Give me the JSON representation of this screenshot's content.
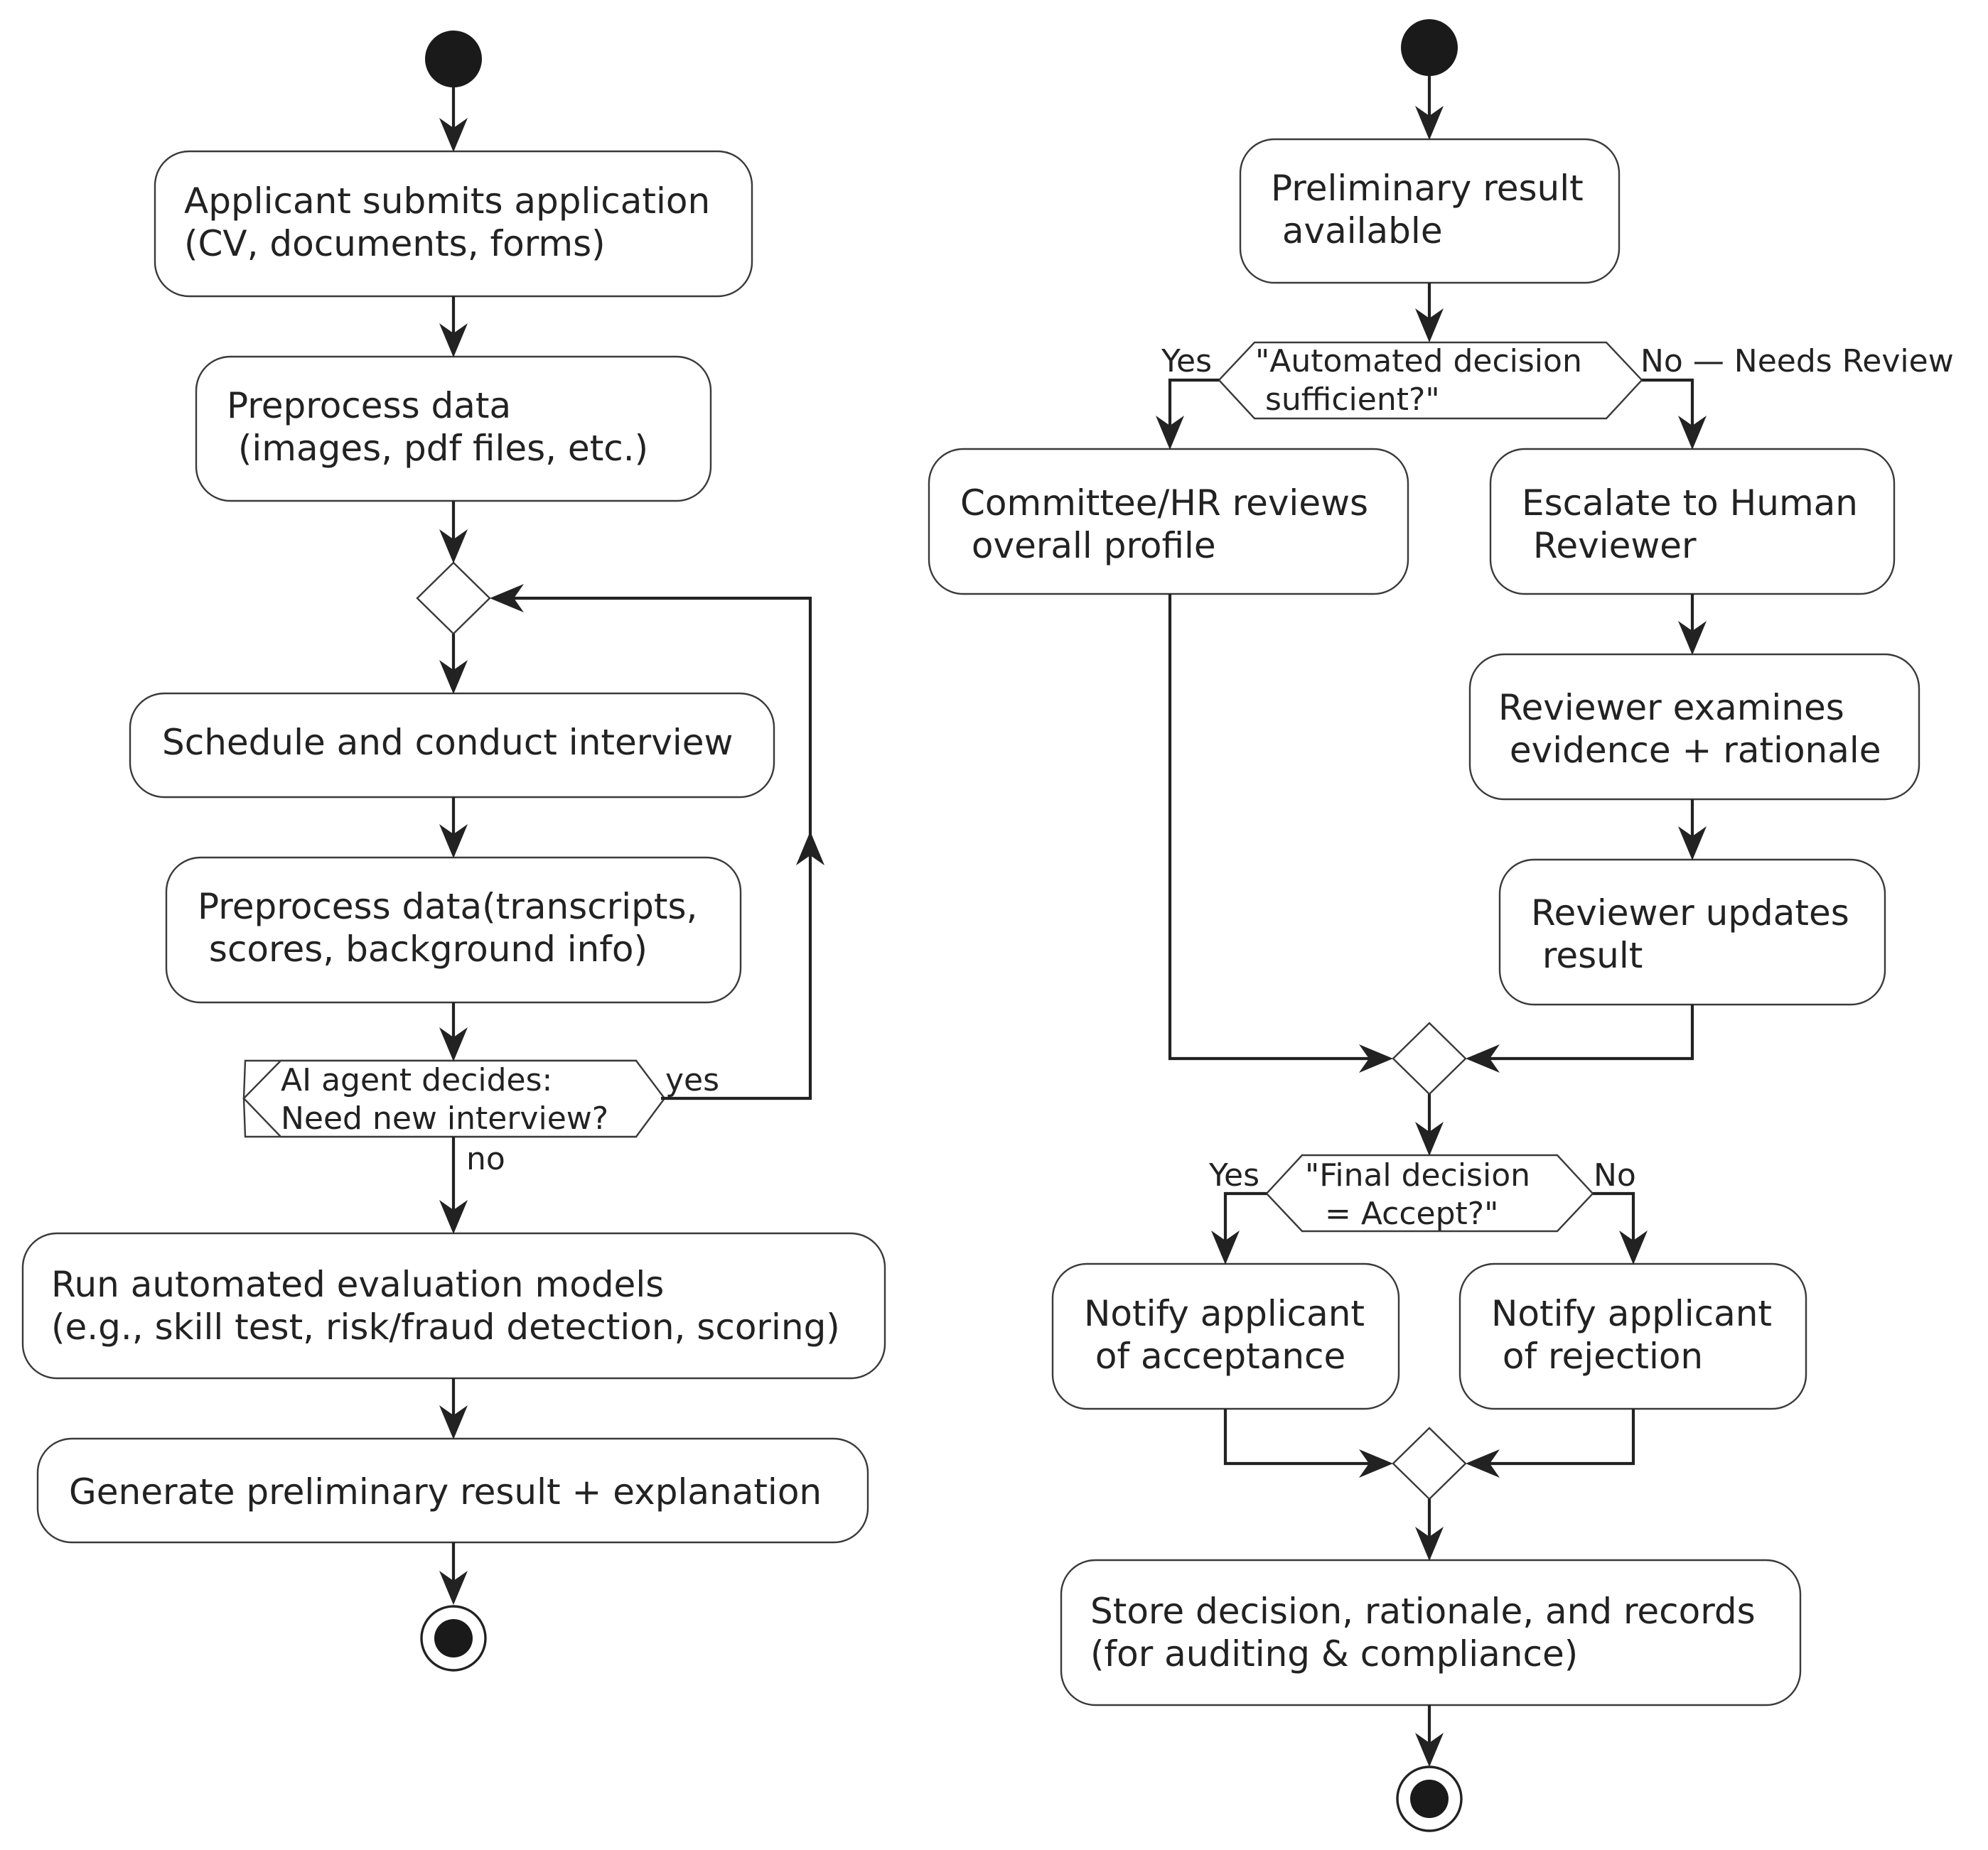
{
  "left_flow": {
    "submit": [
      "Applicant submits application",
      "(CV, documents, forms)"
    ],
    "preprocess1": [
      "Preprocess data",
      " (images, pdf files, etc.)"
    ],
    "interview": [
      "Schedule and conduct interview"
    ],
    "preprocess2": [
      "Preprocess data(transcripts,",
      " scores, background info)"
    ],
    "ai_decision": [
      "AI agent decides:",
      "Need new interview?"
    ],
    "ai_yes": "yes",
    "ai_no": "no",
    "evaluate": [
      "Run automated evaluation models",
      "(e.g., skill test, risk/fraud detection, scoring)"
    ],
    "generate": [
      "Generate preliminary result + explanation"
    ]
  },
  "right_flow": {
    "preliminary": [
      "Preliminary result",
      " available"
    ],
    "auto_decision": [
      "\"Automated decision",
      " sufficient?\""
    ],
    "auto_yes": "Yes",
    "auto_no": "No — Needs Review",
    "committee": [
      "Committee/HR reviews",
      " overall profile"
    ],
    "escalate": [
      "Escalate to Human",
      " Reviewer"
    ],
    "examine": [
      "Reviewer examines",
      " evidence + rationale"
    ],
    "update": [
      "Reviewer updates",
      " result"
    ],
    "final_decision": [
      "\"Final decision",
      "  = Accept?\""
    ],
    "final_yes": "Yes",
    "final_no": "No",
    "accept": [
      "Notify applicant",
      " of acceptance"
    ],
    "reject": [
      "Notify applicant",
      " of rejection"
    ],
    "store": [
      "Store decision, rationale, and records",
      "(for auditing & compliance)"
    ]
  }
}
